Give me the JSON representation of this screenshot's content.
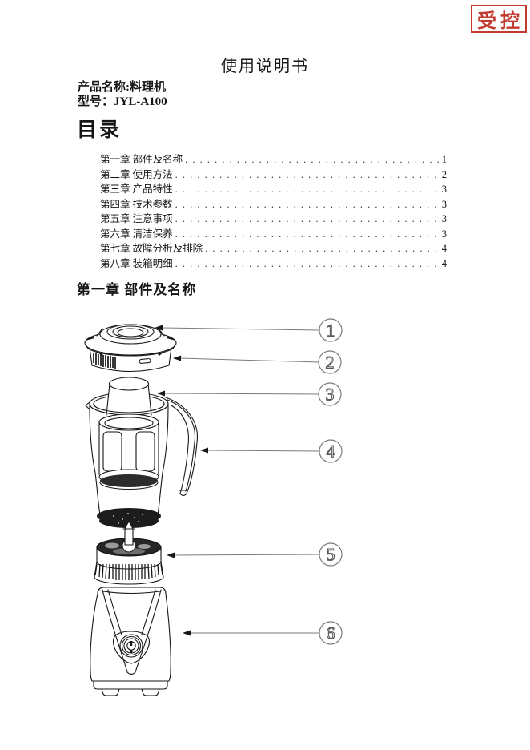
{
  "stamp": {
    "label": "受控"
  },
  "doc": {
    "title": "使用说明书",
    "product_line": "产品名称:料理机",
    "model_line": "型号：JYL-A100"
  },
  "toc": {
    "heading": "目录",
    "items": [
      {
        "label": "第一章 部件及名称",
        "page": "1"
      },
      {
        "label": "第二章 使用方法",
        "page": "2"
      },
      {
        "label": "第三章 产品特性",
        "page": "3"
      },
      {
        "label": "第四章 技术参数",
        "page": "3"
      },
      {
        "label": "第五章 注意事项",
        "page": "3"
      },
      {
        "label": "第六章 清洁保养",
        "page": "3"
      },
      {
        "label": "第七章 故障分析及排除",
        "page": "4"
      },
      {
        "label": "第八章 装箱明细",
        "page": "4"
      }
    ]
  },
  "section": {
    "heading": "第一章 部件及名称"
  },
  "diagram": {
    "callouts": [
      {
        "number": "1"
      },
      {
        "number": "2"
      },
      {
        "number": "3"
      },
      {
        "number": "4"
      },
      {
        "number": "5"
      },
      {
        "number": "6"
      }
    ]
  },
  "colors": {
    "stamp_red": "#c23a30",
    "ink": "#161616",
    "leader_gray": "#7a7a7a"
  }
}
